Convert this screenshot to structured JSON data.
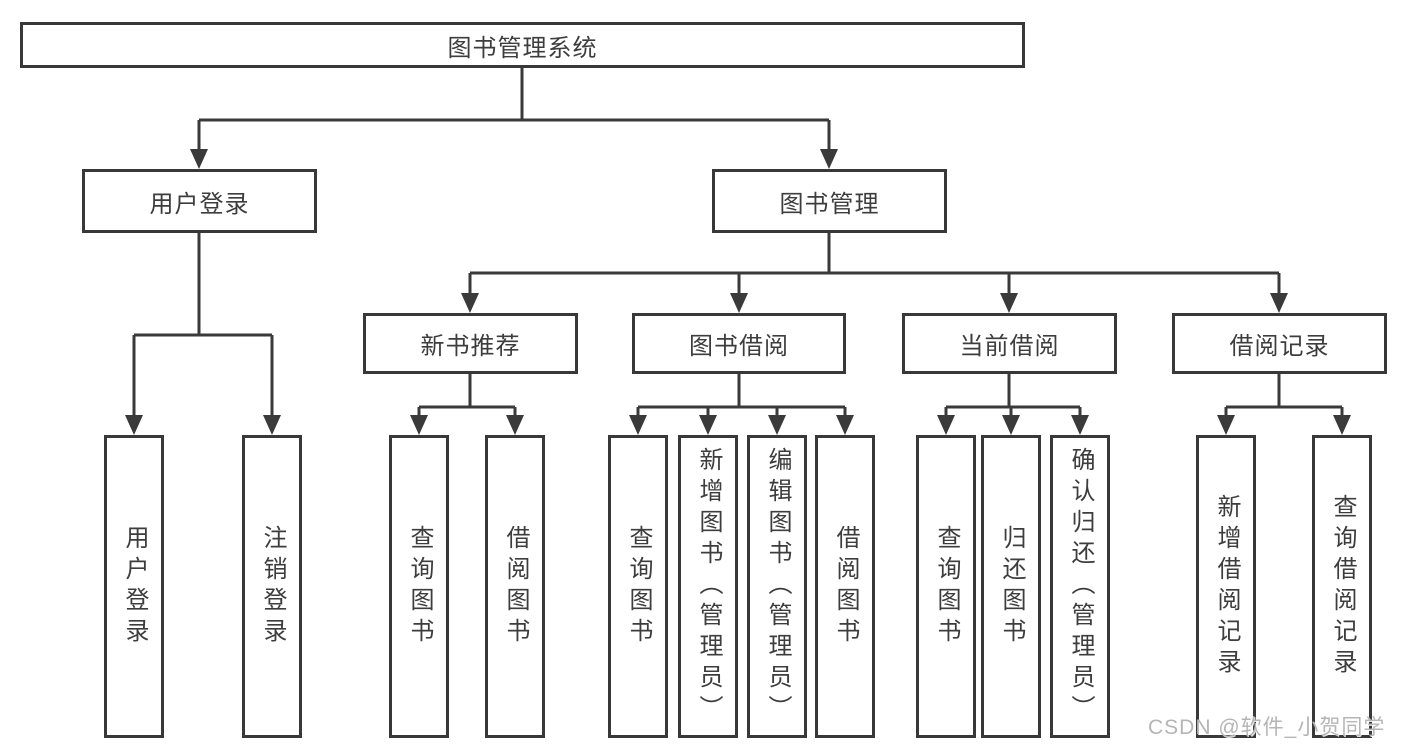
{
  "diagram": {
    "tree": {
      "label": "图书管理系统",
      "children": [
        {
          "label": "用户登录",
          "children": [
            {
              "label": "用户登录"
            },
            {
              "label": "注销登录"
            }
          ]
        },
        {
          "label": "图书管理",
          "children": [
            {
              "label": "新书推荐",
              "children": [
                {
                  "label": "查询图书"
                },
                {
                  "label": "借阅图书"
                }
              ]
            },
            {
              "label": "图书借阅",
              "children": [
                {
                  "label": "查询图书"
                },
                {
                  "label": "新增图书（管理员）"
                },
                {
                  "label": "编辑图书（管理员）"
                },
                {
                  "label": "借阅图书"
                }
              ]
            },
            {
              "label": "当前借阅",
              "children": [
                {
                  "label": "查询图书"
                },
                {
                  "label": "归还图书"
                },
                {
                  "label": "确认归还（管理员）"
                }
              ]
            },
            {
              "label": "借阅记录",
              "children": [
                {
                  "label": "新增借阅记录"
                },
                {
                  "label": "查询借阅记录"
                }
              ]
            }
          ]
        }
      ]
    },
    "colors": {
      "line": "#3a3a3a",
      "border": "#383838",
      "text": "#3d3d3d",
      "background": "#ffffff",
      "watermark_text": "#b5b5b5"
    }
  },
  "watermark": {
    "text": "CSDN @软件_小贺同学"
  }
}
